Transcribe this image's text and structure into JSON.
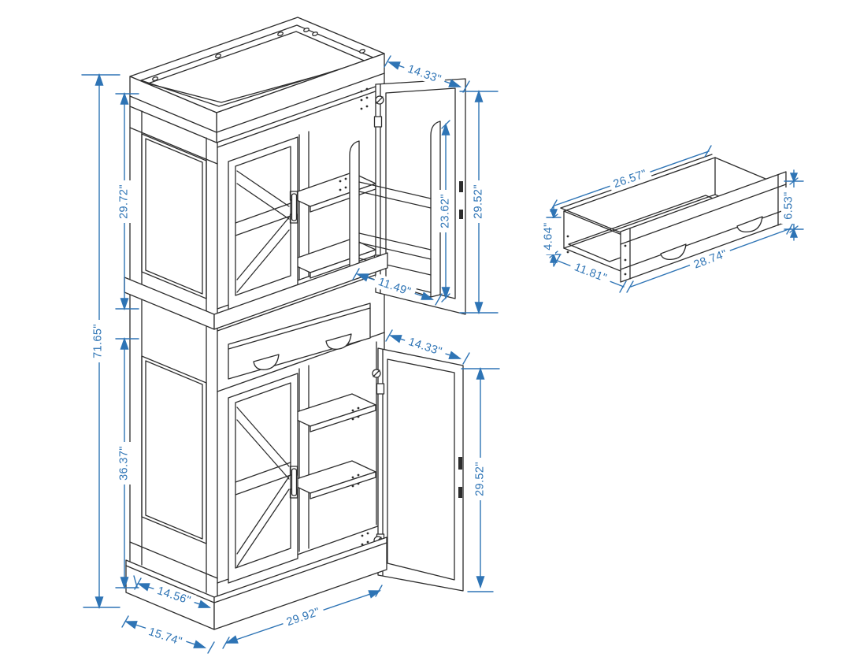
{
  "page": {
    "background": "#ffffff",
    "description": "Dimension diagram of tall farmhouse pantry cabinet with barn doors, open doors, door rack and separate drawer detail"
  },
  "colors": {
    "line_color": "#2d2d2d",
    "dimension_color": "#2e74b5"
  },
  "cabinet_view": {
    "dimensions": {
      "total_height": "71.65\"",
      "upper_cabinet_height": "29.72\"",
      "lower_section_height": "36.37\"",
      "upper_door_width": "14.33\"",
      "upper_door_height": "29.52\"",
      "door_rack_height": "23.62\"",
      "door_rack_width": "11.49\"",
      "lower_door_width": "14.33\"",
      "lower_door_height": "29.52\"",
      "base_inner_depth": "14.56\"",
      "cabinet_width": "29.92\"",
      "cabinet_depth": "15.74\""
    }
  },
  "drawer_detail": {
    "dimensions": {
      "box_length": "26.57\"",
      "box_height": "4.64\"",
      "box_depth": "11.81\"",
      "front_width": "28.74\"",
      "front_height": "6.53\""
    }
  }
}
